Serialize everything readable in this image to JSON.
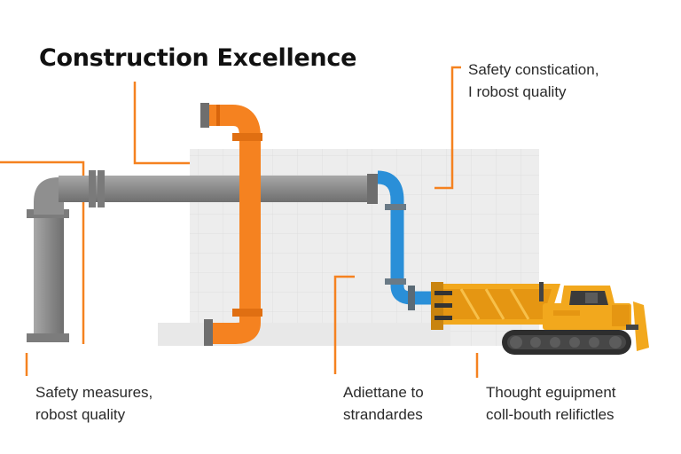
{
  "title": "Construction Excellence",
  "captions": {
    "top_right": {
      "line1": "Safety constication,",
      "line2": "I robost quality"
    },
    "bottom_left": {
      "line1": "Safety measures,",
      "line2": "robost quality"
    },
    "bottom_center": {
      "line1": "Adiettane to",
      "line2": "strandardes"
    },
    "bottom_right": {
      "line1": "Thought eguipment",
      "line2": "coll-bouth relifictles"
    }
  },
  "colors": {
    "accent_orange": "#f58220",
    "pipe_gray": "#8c8c8c",
    "pipe_blue": "#2a8fd8",
    "machine_yellow": "#f2a81d",
    "wall": "#ececec",
    "text": "#2a2a2a"
  },
  "icons": [
    "bulldozer-icon"
  ]
}
